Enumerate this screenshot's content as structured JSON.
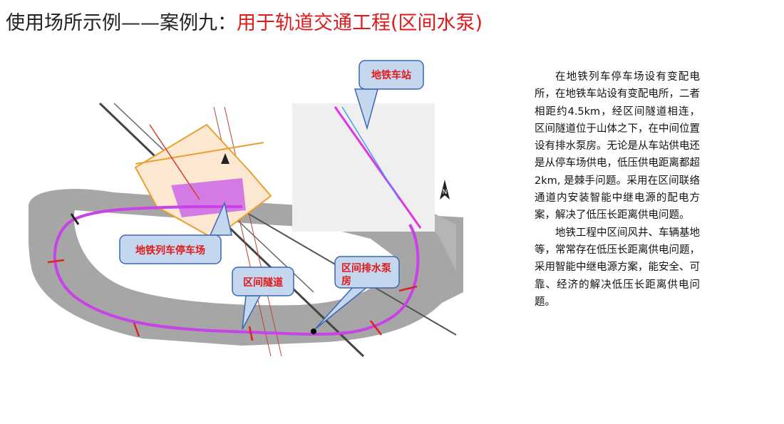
{
  "title": {
    "prefix": "使用场所示例——案例九：",
    "highlight": "用于轨道交通工程(区间水泵)"
  },
  "map_labels": {
    "station": "地铁车站",
    "depot": "地铁列车停车场",
    "tunnel": "区间隧道",
    "pump_room": "区间排水泵房",
    "north": "N"
  },
  "description": {
    "paragraph1": "在地铁列车停车场设有变配电所，在地铁车站设有变配电所，二者相距约4.5km，经区间隧道相连，区间隧道位于山体之下，在中间位置设有排水泵房。无论是从车站供电还是从停车场供电，低压供电距离都超2km, 是棘手问题。采用在区间联络通道内安装智能中继电源的配电方案，解决了低压长距离供电问题。",
    "paragraph2": "地铁工程中区间风井、车辆基地等，常常存在低压长距离供电问题，采用智能中继电源方案，能安全、可靠、经济的解决低压长距离供电问题。"
  },
  "colors": {
    "title_highlight": "#e0191b",
    "route": "#e034e0",
    "callout_fill": "#c5d7ee",
    "callout_stroke": "#3b67b0",
    "terrain": "#a8a8a8"
  }
}
